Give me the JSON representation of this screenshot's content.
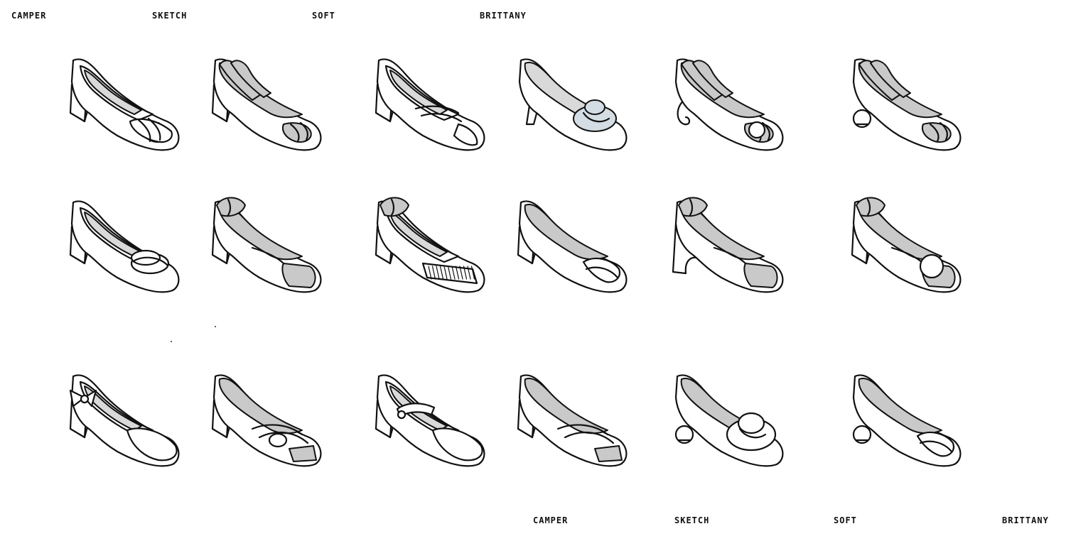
{
  "top_labels": [
    "CAMPER",
    "SKETCH",
    "SOFT",
    "BRITTANY"
  ],
  "bottom_labels": [
    "CAMPER",
    "SKETCH",
    "SOFT",
    "BRITTANY"
  ],
  "grid": {
    "rows": 3,
    "columns": 6,
    "cells": [
      {
        "row": 1,
        "col": 1,
        "variant": "pump",
        "toe": "fingers",
        "heel": "block"
      },
      {
        "row": 1,
        "col": 2,
        "variant": "open",
        "toe": "fingers",
        "heel": "block",
        "lining": "grey-fingers"
      },
      {
        "row": 1,
        "col": 3,
        "variant": "pump",
        "toe": "draped",
        "heel": "block"
      },
      {
        "row": 1,
        "col": 4,
        "variant": "mule",
        "toe": "knot",
        "heel": "kitten",
        "accent": "blue"
      },
      {
        "row": 1,
        "col": 5,
        "variant": "open",
        "toe": "fingers-ball",
        "heel": "spiral"
      },
      {
        "row": 1,
        "col": 6,
        "variant": "open",
        "toe": "fingers",
        "heel": "ball"
      },
      {
        "row": 2,
        "col": 1,
        "variant": "pump",
        "toe": "rolled-bow",
        "heel": "block"
      },
      {
        "row": 2,
        "col": 2,
        "variant": "open",
        "toe": "square",
        "heel": "block",
        "lining": "puffy"
      },
      {
        "row": 2,
        "col": 3,
        "variant": "slingback",
        "toe": "ruffle",
        "heel": "block",
        "lining": "puffy"
      },
      {
        "row": 2,
        "col": 4,
        "variant": "mule",
        "toe": "band",
        "heel": "block"
      },
      {
        "row": 2,
        "col": 5,
        "variant": "open",
        "toe": "square",
        "heel": "curved",
        "lining": "puffy"
      },
      {
        "row": 2,
        "col": 6,
        "variant": "open",
        "toe": "square-ball",
        "heel": "block",
        "lining": "puffy"
      },
      {
        "row": 3,
        "col": 1,
        "variant": "slingback",
        "toe": "closed",
        "heel": "block",
        "accent": "bow"
      },
      {
        "row": 3,
        "col": 2,
        "variant": "mule",
        "toe": "twist-knot",
        "heel": "block"
      },
      {
        "row": 3,
        "col": 3,
        "variant": "mary-jane",
        "toe": "closed",
        "heel": "block"
      },
      {
        "row": 3,
        "col": 4,
        "variant": "mule",
        "toe": "twist",
        "heel": "block"
      },
      {
        "row": 3,
        "col": 5,
        "variant": "mule",
        "toe": "knot-big",
        "heel": "ball"
      },
      {
        "row": 3,
        "col": 6,
        "variant": "mule",
        "toe": "band",
        "heel": "ball"
      }
    ]
  },
  "colors": {
    "line": "#111111",
    "lining_grey": "#c9c9c9",
    "accent_blue": "#d3dde3",
    "background": "#ffffff"
  }
}
